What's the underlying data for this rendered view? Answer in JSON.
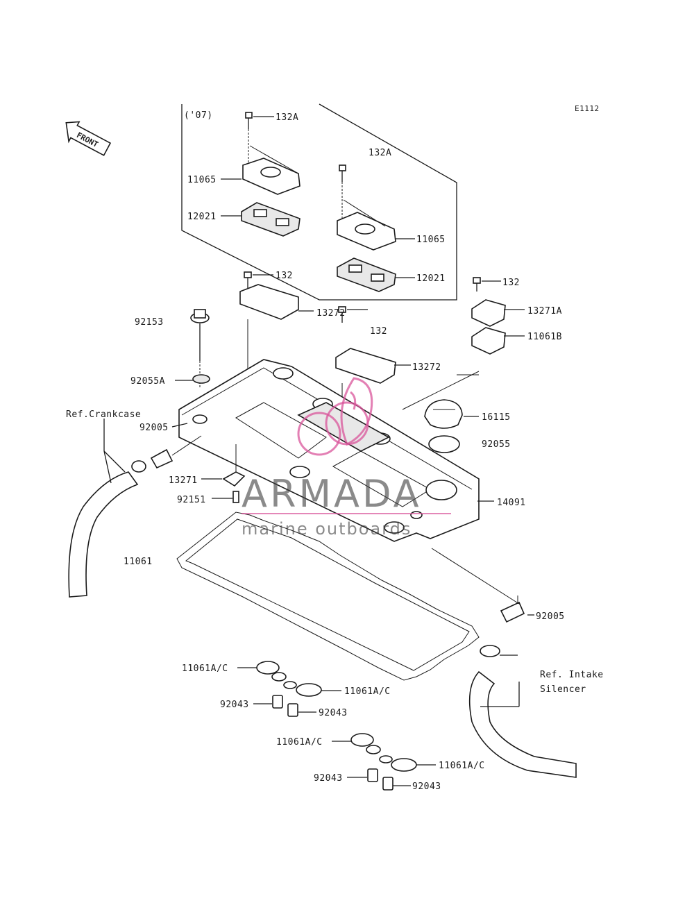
{
  "diagram_code": "E1112",
  "front_arrow": "FRONT",
  "inset_label": "('07)",
  "parts": {
    "p132A_top": "132A",
    "p132A_mid": "132A",
    "p11065_left": "11065",
    "p11065_right": "11065",
    "p12021_left": "12021",
    "p12021_right": "12021",
    "p132_a": "132",
    "p132_b": "132",
    "p132_c": "132",
    "p13272_a": "13272",
    "p13272_b": "13272",
    "p13271A": "13271A",
    "p11061B": "11061B",
    "p92153": "92153",
    "p92055A": "92055A",
    "p92005_left": "92005",
    "p13271": "13271",
    "p92151": "92151",
    "p16115": "16115",
    "p92055": "92055",
    "p14091": "14091",
    "p11061": "11061",
    "p92005_right": "92005",
    "p11061AC_1": "11061A/C",
    "p11061AC_2": "11061A/C",
    "p11061AC_3": "11061A/C",
    "p11061AC_4": "11061A/C",
    "p92043_1": "92043",
    "p92043_2": "92043",
    "p92043_3": "92043",
    "p92043_4": "92043"
  },
  "references": {
    "crankcase": "Ref.Crankcase",
    "intake_line1": "Ref. Intake",
    "intake_line2": "Silencer"
  },
  "watermark": {
    "brand": "ARMADA",
    "tagline": "marine outboards",
    "color": "#d9559b"
  }
}
